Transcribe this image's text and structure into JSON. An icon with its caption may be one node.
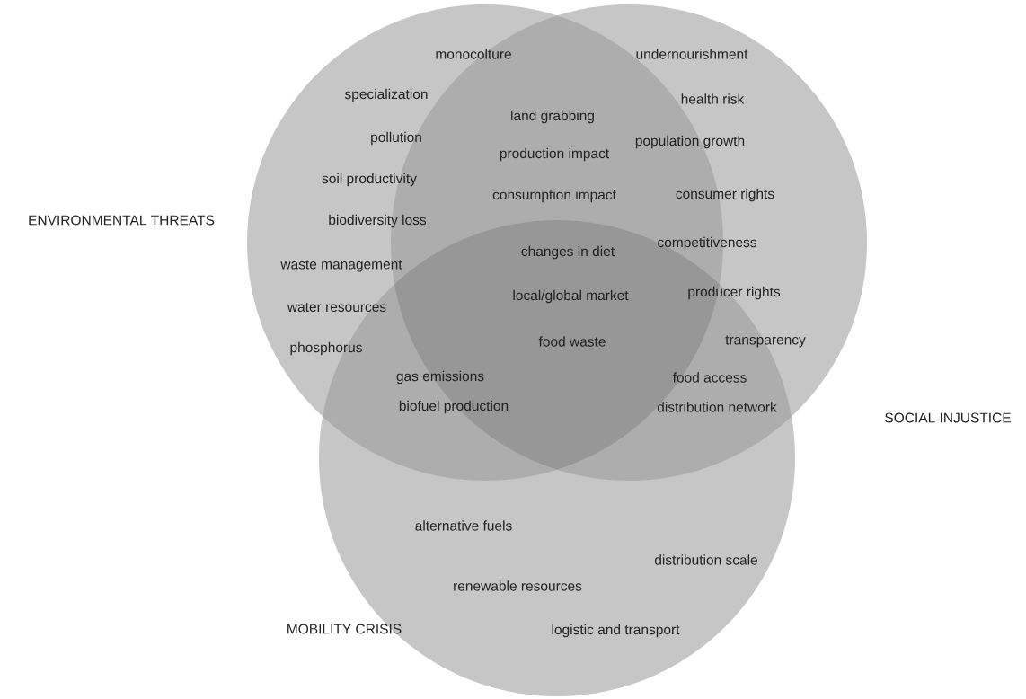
{
  "diagram": {
    "nodes": [
      {
        "text": [
          "ENVIRONMENTAL THREATS"
        ]
      },
      {
        "text": [
          "SOCIAL INJUSTICE"
        ]
      },
      {
        "text": [
          "MOBILITY CRISIS"
        ]
      }
    ],
    "labels": [
      "monocolture",
      "specialization",
      "pollution",
      "soil productivity",
      "biodiversity loss",
      "waste management",
      "water resources",
      "phosphorus",
      "undernourishment",
      "health risk",
      "population growth",
      "consumer rights",
      "competitiveness",
      "producer rights",
      "transparency",
      "land grabbing",
      "production impact",
      "consumption impact",
      "changes in diet",
      "local/global market",
      "food waste",
      "gas emissions",
      "biofuel production",
      "food access",
      "distribution network",
      "alternative fuels",
      "distribution scale",
      "renewable resources",
      "logistic and transport"
    ]
  }
}
